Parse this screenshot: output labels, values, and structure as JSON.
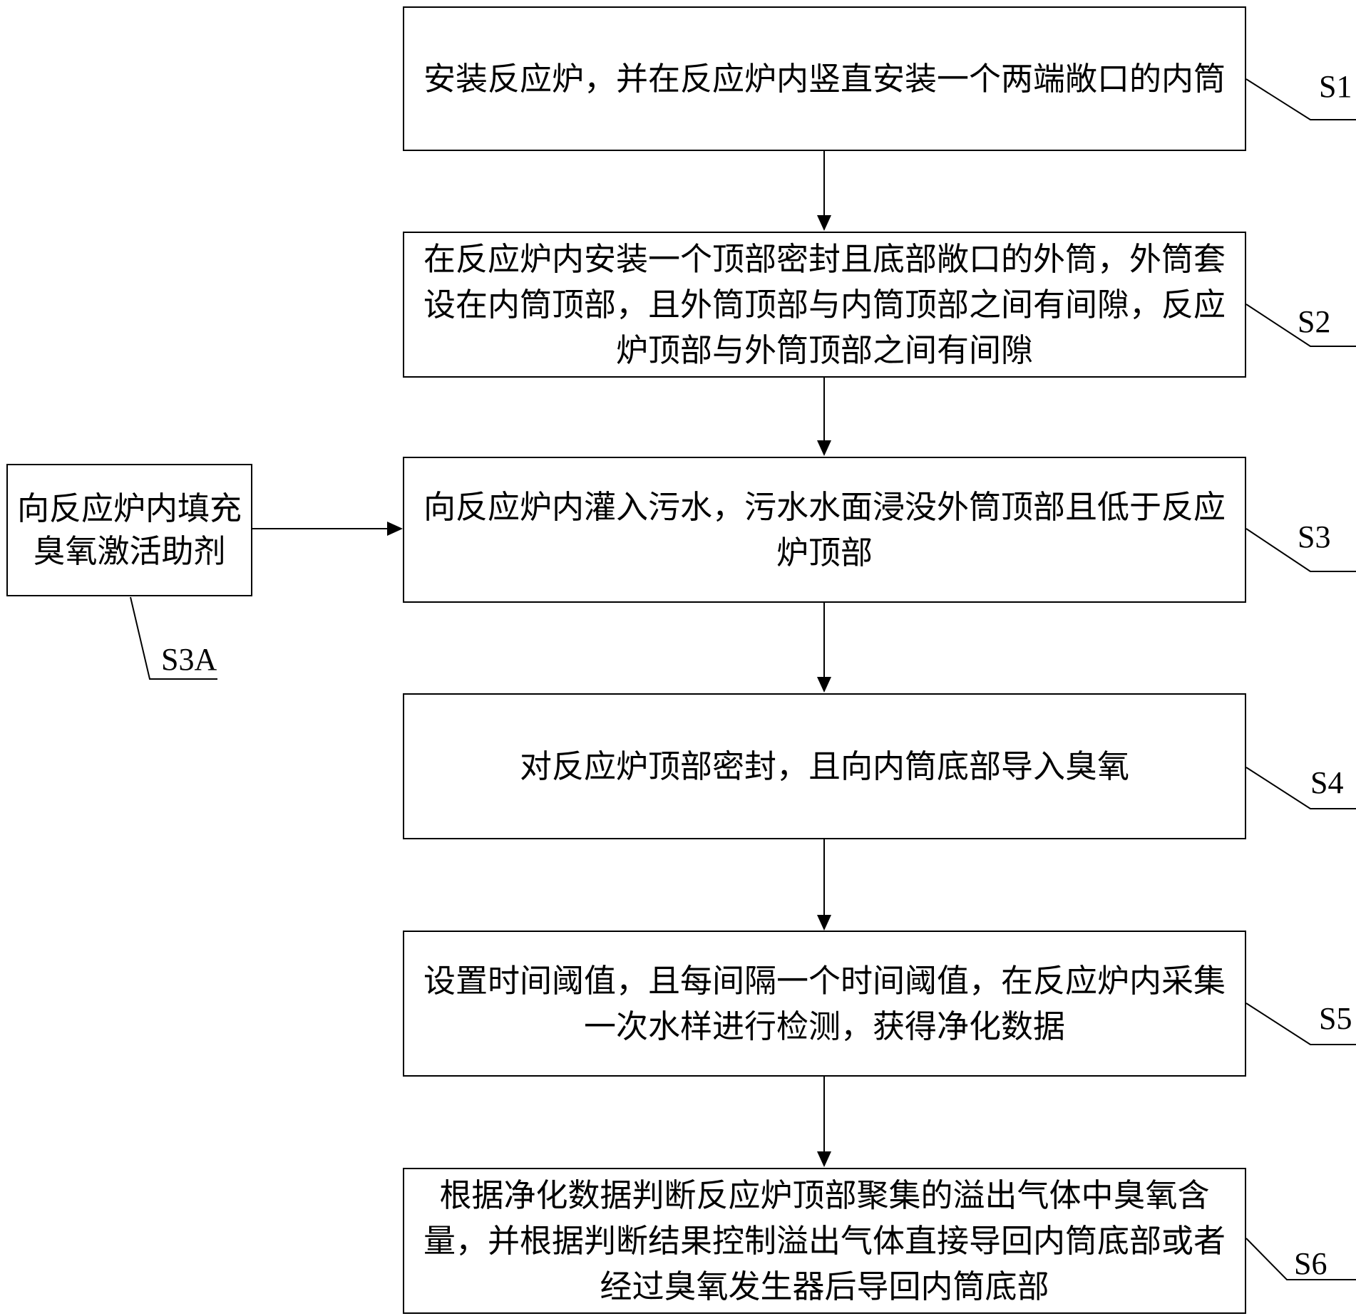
{
  "steps": [
    {
      "id": "S1",
      "text": "安装反应炉，并在反应炉内竖直安装一个两端敞口的内筒"
    },
    {
      "id": "S2",
      "text": "在反应炉内安装一个顶部密封且底部敞口的外筒，外筒套设在内筒顶部，且外筒顶部与内筒顶部之间有间隙，反应炉顶部与外筒顶部之间有间隙"
    },
    {
      "id": "S3",
      "text": "向反应炉内灌入污水，污水水面浸没外筒顶部且低于反应炉顶部"
    },
    {
      "id": "S4",
      "text": "对反应炉顶部密封，且向内筒底部导入臭氧"
    },
    {
      "id": "S5",
      "text": "设置时间阈值，且每间隔一个时间阈值，在反应炉内采集一次水样进行检测，获得净化数据"
    },
    {
      "id": "S6",
      "text": "根据净化数据判断反应炉顶部聚集的溢出气体中臭氧含量，并根据判断结果控制溢出气体直接导回内筒底部或者经过臭氧发生器后导回内筒底部"
    }
  ],
  "side_step": {
    "id": "S3A",
    "text": "向反应炉内填充臭氧激活助剂"
  }
}
